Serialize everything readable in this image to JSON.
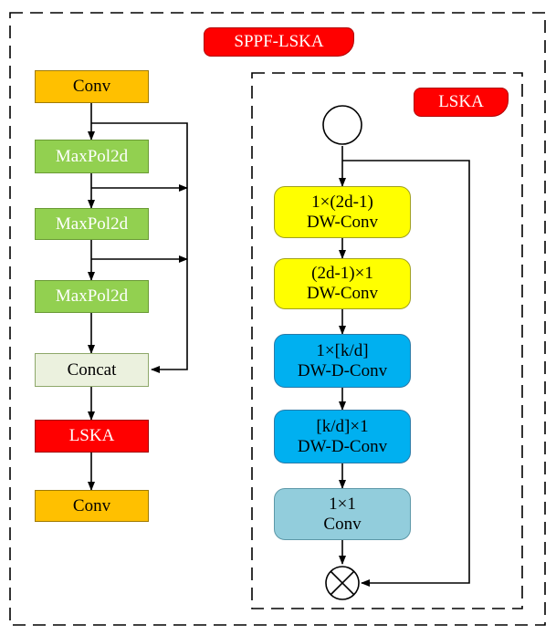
{
  "outer_label": "SPPF-LSKA",
  "inner_label": "LSKA",
  "left_column": {
    "conv_top": "Conv",
    "maxpool1": "MaxPol2d",
    "maxpool2": "MaxPol2d",
    "maxpool3": "MaxPol2d",
    "concat": "Concat",
    "lska": "LSKA",
    "conv_bottom": "Conv"
  },
  "right_column": {
    "b1_line1": "1×(2d-1)",
    "b1_line2": "DW-Conv",
    "b2_line1": "(2d-1)×1",
    "b2_line2": "DW-Conv",
    "b3_line1": "1×[k/d]",
    "b3_line2": "DW-D-Conv",
    "b4_line1": "[k/d]×1",
    "b4_line2": "DW-D-Conv",
    "b5_line1": "1×1",
    "b5_line2": "Conv"
  },
  "colors": {
    "orange": "#ffc000",
    "green": "#92d050",
    "concat": "#ebf1de",
    "red": "#ff0000",
    "yellow": "#ffff00",
    "blue": "#00b0f0",
    "light_blue": "#92cddc"
  }
}
